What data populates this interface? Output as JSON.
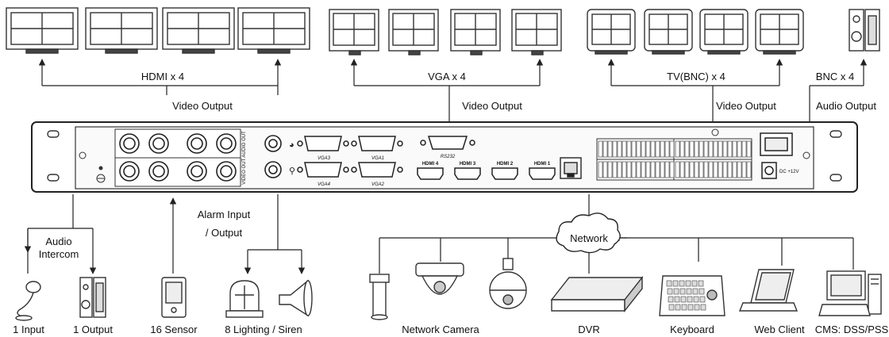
{
  "outputs": {
    "hdmi": "HDMI x 4",
    "vga": "VGA x 4",
    "tv": "TV(BNC) x 4",
    "bnc": "BNC x 4",
    "video_output": "Video  Output",
    "audio_output": "Audio Output"
  },
  "panel": {
    "video_out_audio_out": "VIDEO OUT AUDIO OUT",
    "vga3": "VGA3",
    "vga1": "VGA1",
    "vga4": "VGA4",
    "vga2": "VGA2",
    "rs232": "RS232",
    "hdmi4": "HDMI 4",
    "hdmi3": "HDMI 3",
    "hdmi2": "HDMI 2",
    "hdmi1": "HDMI 1",
    "dc": "DC +12V"
  },
  "bottom": {
    "audio": "Audio",
    "intercom": "Intercom",
    "alarm_io_1": "Alarm Input",
    "alarm_io_2": "/ Output",
    "network": "Network",
    "input_1": "1 Input",
    "output_1": "1 Output",
    "sensor_16": "16 Sensor",
    "lighting_8": "8 Lighting / Siren",
    "network_camera": "Network Camera",
    "dvr": "DVR",
    "keyboard": "Keyboard",
    "web_client": "Web Client",
    "cms": "CMS: DSS/PSS"
  }
}
